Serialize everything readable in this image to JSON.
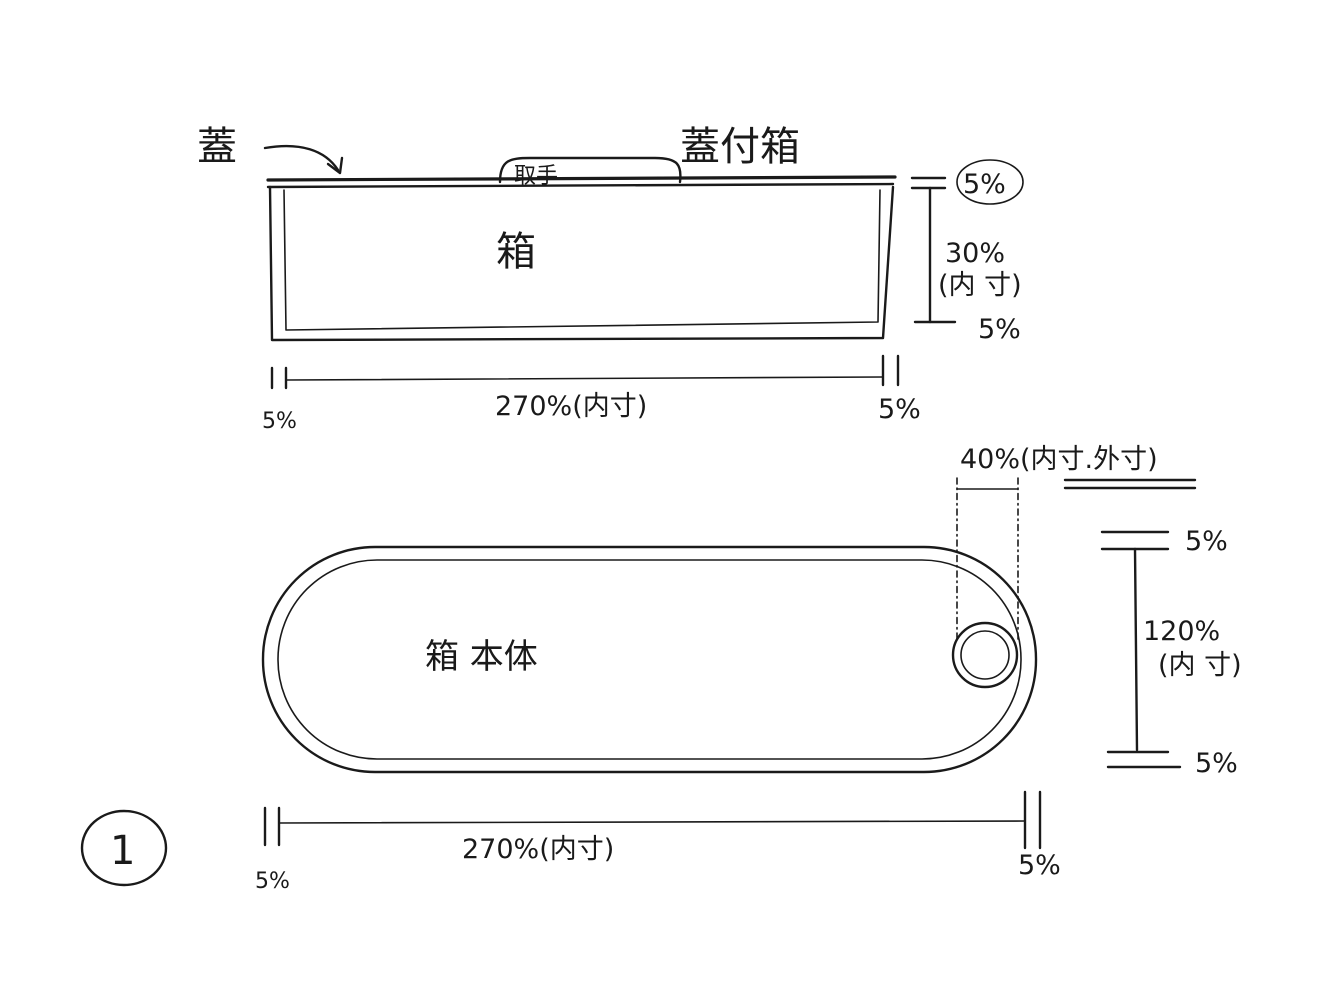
{
  "labels": {
    "lid": "蓋",
    "title": "蓋付箱",
    "handle": "取手",
    "box": "箱",
    "body": "箱 本体",
    "page_number": "1"
  },
  "top_view": {
    "lid_thickness": "5%",
    "height": "30%",
    "height_note": "(内 寸)",
    "bottom_thickness": "5%",
    "length": "270%(内寸)",
    "left_wall": "5%",
    "right_wall": "5%"
  },
  "plan_view": {
    "end_width": "40%(内寸.外寸)",
    "top_wall": "5%",
    "width": "120%",
    "width_note": "(内 寸)",
    "bottom_wall": "5%",
    "length": "270%(内寸)",
    "left_wall": "5%",
    "right_wall": "5%"
  }
}
